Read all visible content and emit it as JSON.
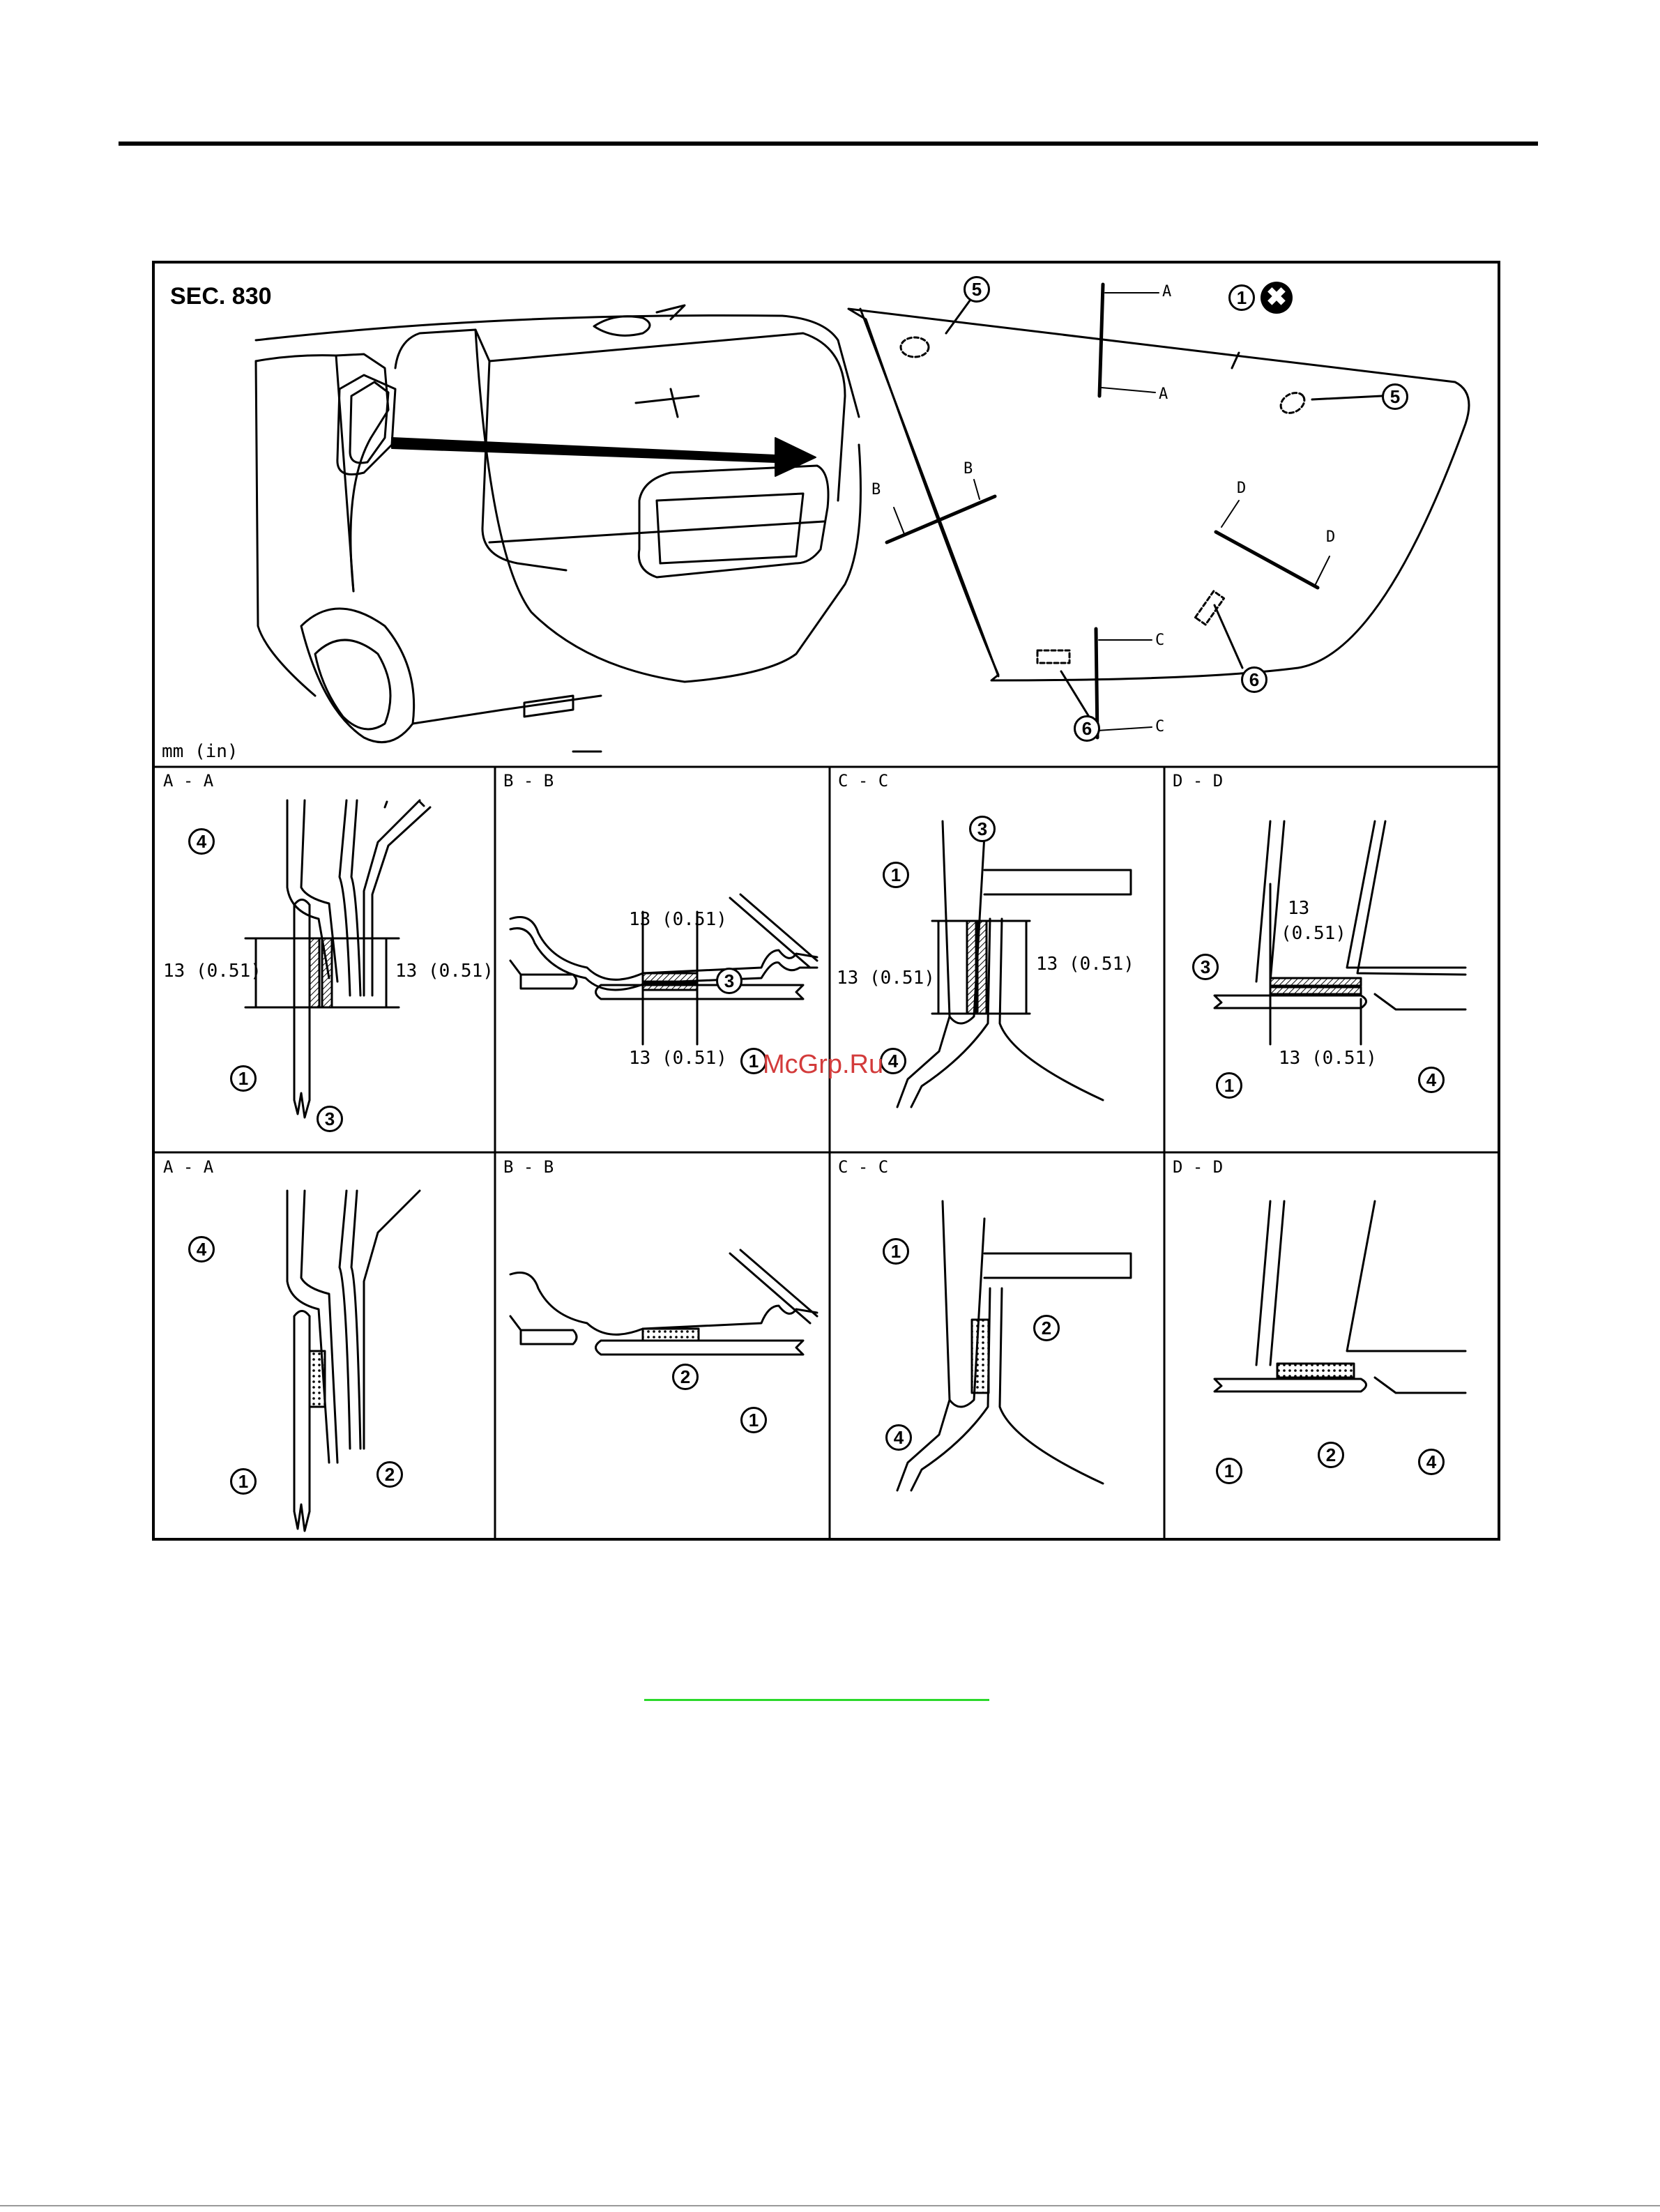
{
  "section_label": "SEC. 830",
  "unit_label": "mm (in)",
  "watermark": "McGrp.Ru",
  "cross_mark": "✖",
  "section_letters": {
    "a": "A",
    "b": "B",
    "c": "C",
    "d": "D"
  },
  "callouts": {
    "c1": "1",
    "c2": "2",
    "c3": "3",
    "c4": "4",
    "c5": "5",
    "c6": "6"
  },
  "dimension": "13 (0.51)",
  "dimension_stacked": {
    "value": "13",
    "inch": "(0.51)"
  },
  "panel_titles": {
    "aa": "A - A",
    "bb": "B - B",
    "cc": "C - C",
    "dd": "D - D"
  },
  "colors": {
    "line": "#000000",
    "watermark": "#d33b3b",
    "link_underline": "#2bd92b"
  }
}
